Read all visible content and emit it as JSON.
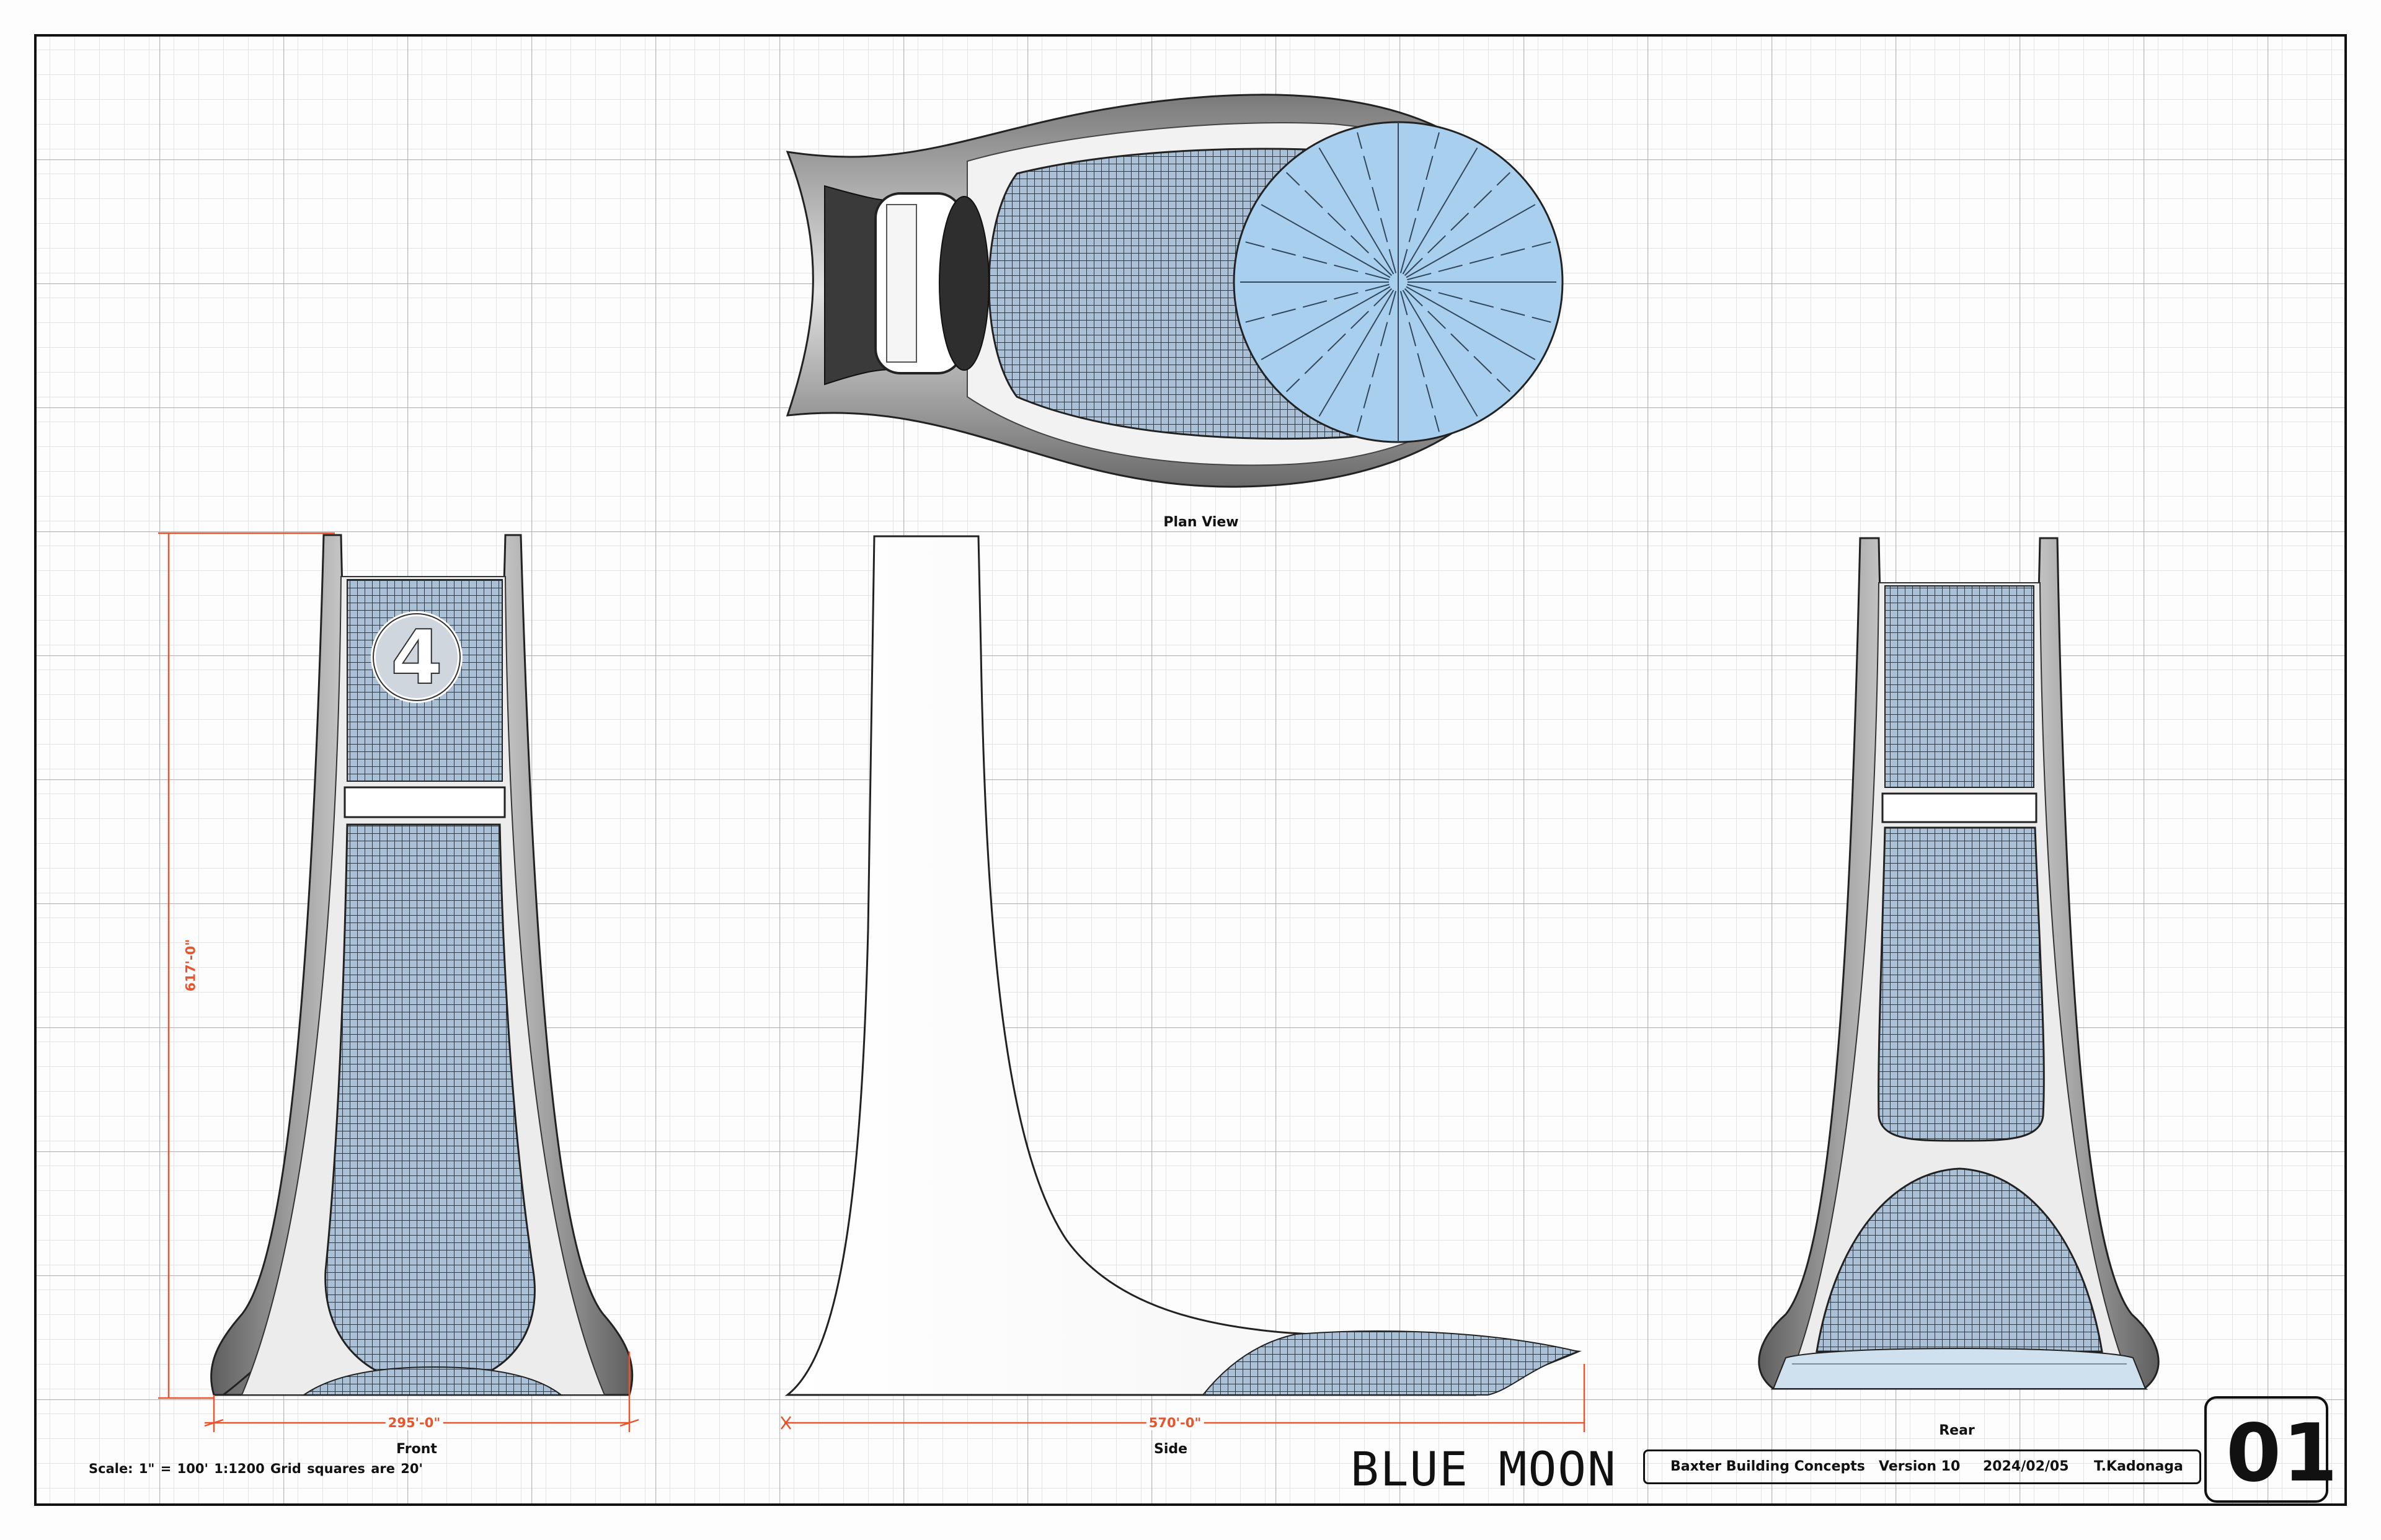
{
  "sheet": {
    "views": {
      "plan": {
        "label": "Plan View"
      },
      "front": {
        "label": "Front",
        "height_dimension": "617'-0\"",
        "width_dimension": "295'-0\""
      },
      "side": {
        "label": "Side",
        "width_dimension": "570'-0\""
      },
      "rear": {
        "label": "Rear"
      }
    },
    "scale_note": "Scale: 1\" = 100'    1:1200    Grid squares are 20'",
    "project_name": "BLUE MOON",
    "title_block": {
      "project": "Baxter Building Concepts",
      "version": "Version 10",
      "date": "2024/02/05",
      "author": "T.Kadonaga"
    },
    "sheet_number": "01",
    "emblem": "4"
  },
  "colors": {
    "grid_minor": "#dcdcdc",
    "grid_major": "#b7b7b7",
    "dimension": "#e8542c",
    "glass": "#a9cfee",
    "metal": "#8f8f8f",
    "ink": "#111111"
  }
}
